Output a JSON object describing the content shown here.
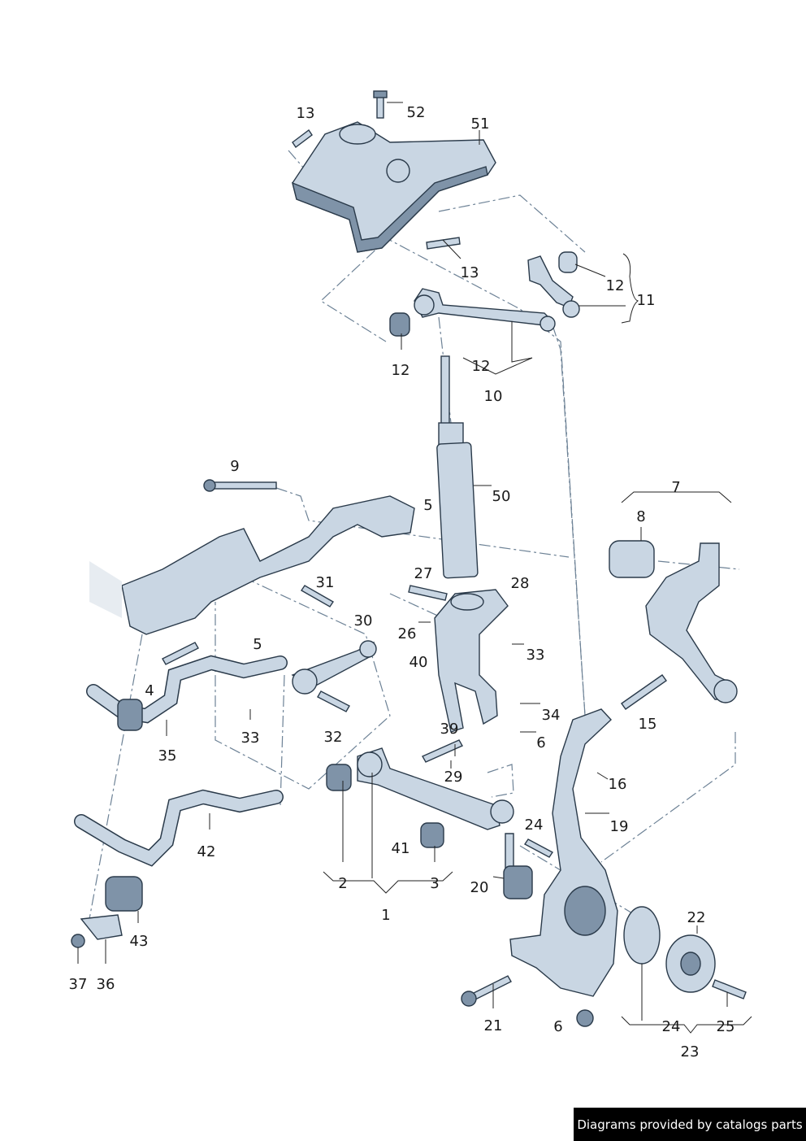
{
  "labels": [
    "13",
    "52",
    "51",
    "13",
    "12",
    "11",
    "12",
    "12",
    "10",
    "9",
    "50",
    "7",
    "8",
    "5",
    "27",
    "28",
    "31",
    "30",
    "26",
    "33",
    "5",
    "40",
    "4",
    "34",
    "15",
    "39",
    "6",
    "33",
    "32",
    "35",
    "29",
    "16",
    "19",
    "24",
    "42",
    "41",
    "2",
    "3",
    "20",
    "1",
    "22",
    "43",
    "37",
    "36",
    "21",
    "6",
    "24",
    "25",
    "23"
  ],
  "caption": "Diagrams provided by catalogs parts"
}
